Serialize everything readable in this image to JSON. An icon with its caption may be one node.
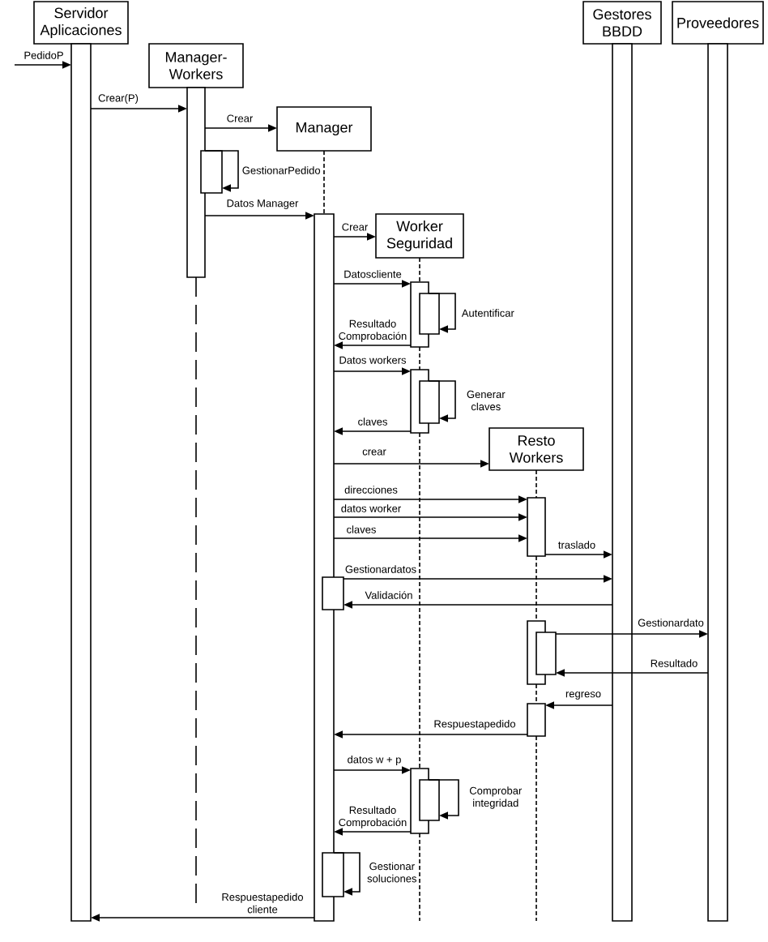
{
  "diagram": {
    "nodes": [
      {
        "text": [
          "Servidor Aplicaciones"
        ]
      },
      {
        "text": [
          "Manager-Workers"
        ]
      },
      {
        "text": [
          "Manager"
        ]
      },
      {
        "text": [
          "Worker Seguridad"
        ]
      },
      {
        "text": [
          "Resto Workers"
        ]
      },
      {
        "text": [
          "Gestores BBDD"
        ]
      },
      {
        "text": [
          "Proveedores"
        ]
      },
      {
        "text": [],
        "shape": "bar"
      },
      {
        "text": [],
        "shape": "bar"
      },
      {
        "text": [],
        "shape": "bar"
      },
      {
        "text": [],
        "shape": "bar"
      },
      {
        "text": [],
        "shape": "bar"
      },
      {
        "text": [],
        "shape": "bar"
      },
      {
        "text": [],
        "shape": "bar"
      },
      {
        "text": [],
        "shape": "bar"
      },
      {
        "text": [],
        "shape": "bar"
      },
      {
        "text": [],
        "shape": "bar"
      },
      {
        "text": [],
        "shape": "bar"
      },
      {
        "text": [],
        "shape": "bar"
      },
      {
        "text": [],
        "shape": "bar"
      },
      {
        "text": [],
        "shape": "bar"
      },
      {
        "text": [],
        "shape": "bar"
      },
      {
        "text": [],
        "shape": "bar"
      },
      {
        "text": [],
        "shape": "bar"
      },
      {
        "text": [],
        "shape": "bar"
      }
    ],
    "edges": [
      {
        "from": null,
        "to": 7,
        "arrow": "to",
        "label": "PedidoP"
      },
      {
        "from": 7,
        "to": 10,
        "arrow": "to",
        "label": "Crear(P)"
      },
      {
        "from": 10,
        "to": 2,
        "arrow": "to",
        "label": "Crear"
      },
      {
        "from": 10,
        "to": 11,
        "arrow": "to",
        "label": "GestionarPedido"
      },
      {
        "from": 10,
        "to": 12,
        "arrow": "to",
        "label": "Datos Manager"
      },
      {
        "from": 12,
        "to": 3,
        "arrow": "to",
        "label": "Crear"
      },
      {
        "from": 12,
        "to": 13,
        "arrow": "to",
        "label": "Datoscliente"
      },
      {
        "from": 13,
        "to": 14,
        "arrow": "to",
        "label": "Autentificar"
      },
      {
        "from": 13,
        "to": 12,
        "arrow": "to",
        "label": "Resultado Comprobación"
      },
      {
        "from": 12,
        "to": 15,
        "arrow": "to",
        "label": "Datos workers"
      },
      {
        "from": 15,
        "to": 16,
        "arrow": "to",
        "label": "Generar claves"
      },
      {
        "from": 15,
        "to": 12,
        "arrow": "to",
        "label": "claves"
      },
      {
        "from": 12,
        "to": 4,
        "arrow": "to",
        "label": "crear"
      },
      {
        "from": 12,
        "to": 17,
        "arrow": "to",
        "label": "direcciones"
      },
      {
        "from": 12,
        "to": 17,
        "arrow": "to",
        "label": "datos worker"
      },
      {
        "from": 12,
        "to": 17,
        "arrow": "to",
        "label": "claves"
      },
      {
        "from": 17,
        "to": 8,
        "arrow": "to",
        "label": "traslado"
      },
      {
        "from": 18,
        "to": 8,
        "arrow": "to",
        "label": "Gestionardatos"
      },
      {
        "from": 8,
        "to": 18,
        "arrow": "to",
        "label": "Validación"
      },
      {
        "from": 20,
        "to": 9,
        "arrow": "to",
        "label": "Gestionardato"
      },
      {
        "from": 9,
        "to": 20,
        "arrow": "to",
        "label": "Resultado"
      },
      {
        "from": 8,
        "to": 21,
        "arrow": "to",
        "label": "regreso"
      },
      {
        "from": 21,
        "to": 12,
        "arrow": "to",
        "label": "Respuestapedido"
      },
      {
        "from": 12,
        "to": 22,
        "arrow": "to",
        "label": "datos w + p"
      },
      {
        "from": 22,
        "to": 23,
        "arrow": "to",
        "label": "Comprobar integridad"
      },
      {
        "from": 22,
        "to": 12,
        "arrow": "to",
        "label": "Resultado Comprobación"
      },
      {
        "from": 12,
        "to": 24,
        "arrow": "to",
        "label": "Gestionar soluciones"
      },
      {
        "from": 12,
        "to": 7,
        "arrow": "to",
        "label": "Respuestapedido cliente"
      },
      {
        "from": 2,
        "to": 12,
        "arrow": "none",
        "style": "dashed"
      },
      {
        "from": 3,
        "to": 13,
        "arrow": "none",
        "style": "dashed"
      },
      {
        "from": 13,
        "to": 15,
        "arrow": "none",
        "style": "dashed"
      },
      {
        "from": 15,
        "to": 22,
        "arrow": "none",
        "style": "dashed"
      },
      {
        "from": 4,
        "to": 17,
        "arrow": "none",
        "style": "dashed"
      },
      {
        "from": 17,
        "to": 19,
        "arrow": "none",
        "style": "dashed"
      },
      {
        "from": 19,
        "to": 21,
        "arrow": "none",
        "style": "dashed"
      }
    ]
  }
}
